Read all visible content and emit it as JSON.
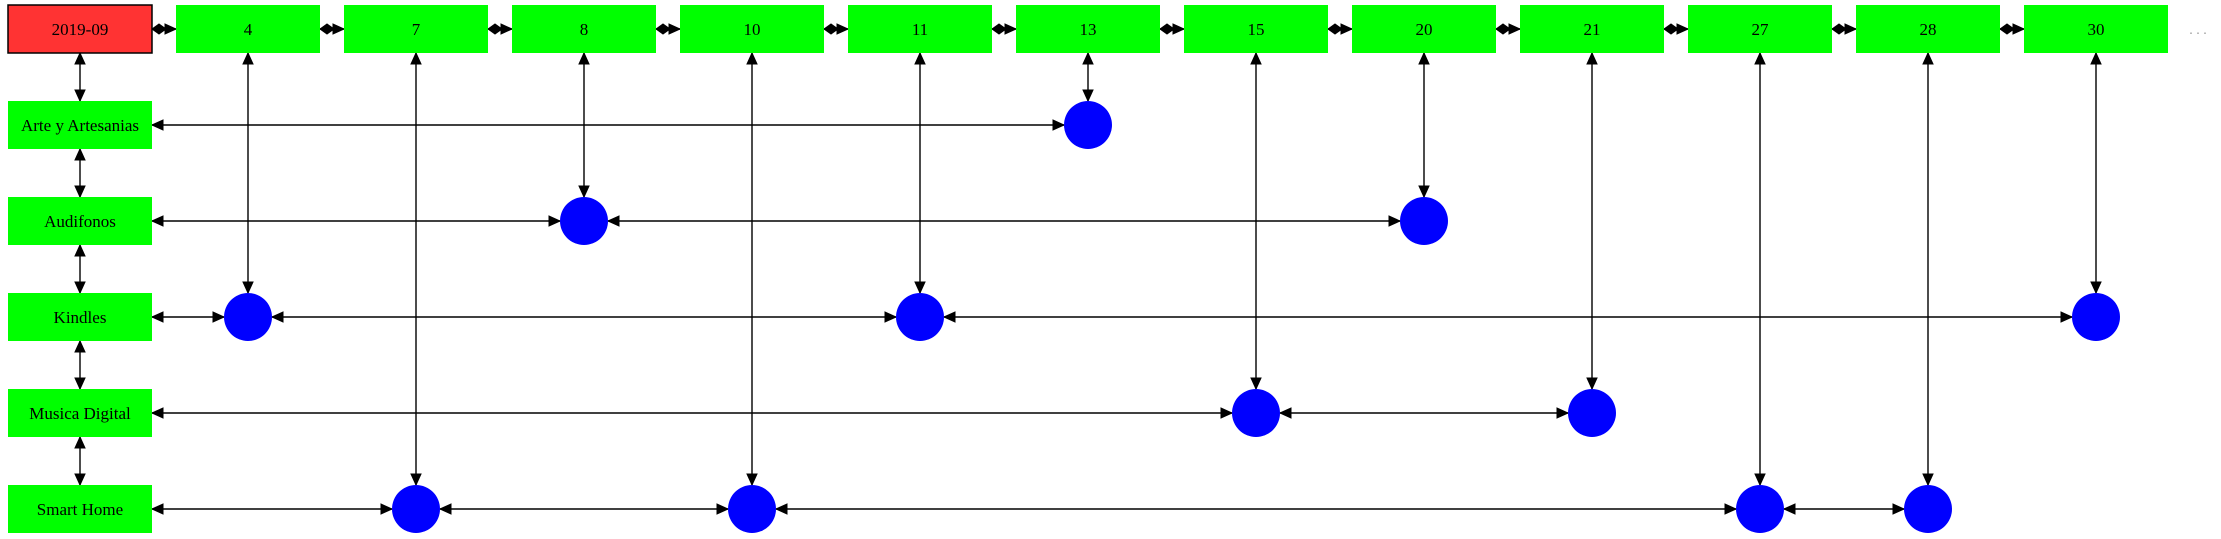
{
  "header": {
    "root_label": "2019-09",
    "root_color": "#ff3333",
    "day_color": "#00ff00",
    "days": [
      "4",
      "7",
      "8",
      "10",
      "11",
      "13",
      "15",
      "20",
      "21",
      "27",
      "28",
      "30"
    ],
    "more_marker": ". . ."
  },
  "categories": [
    {
      "label": "Arte y Artesanias",
      "days": [
        "13"
      ]
    },
    {
      "label": "Audifonos",
      "days": [
        "8",
        "20"
      ]
    },
    {
      "label": "Kindles",
      "days": [
        "4",
        "11",
        "30"
      ]
    },
    {
      "label": "Musica Digital",
      "days": [
        "15",
        "21"
      ]
    },
    {
      "label": "Smart Home",
      "days": [
        "7",
        "10",
        "27",
        "28"
      ]
    }
  ],
  "colors": {
    "category_box": "#00ff00",
    "event_node": "#0000ff",
    "edge": "#000000"
  }
}
